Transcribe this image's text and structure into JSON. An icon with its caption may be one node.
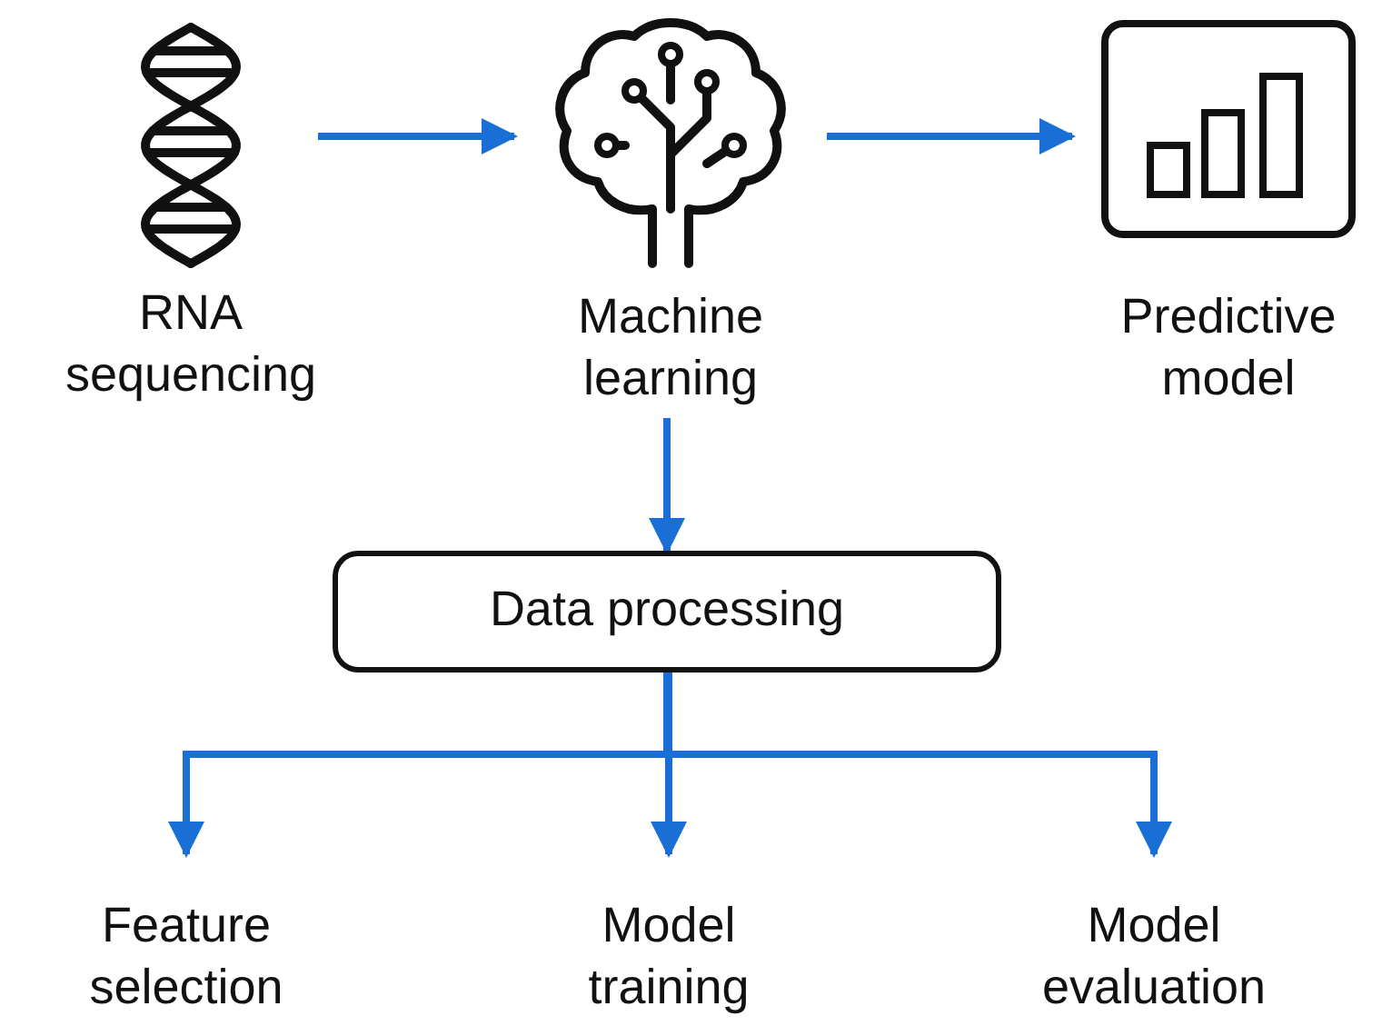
{
  "diagram": {
    "nodes": [
      {
        "text": [
          "RNA sequencing"
        ]
      },
      {
        "text": [
          "Machine learning"
        ]
      },
      {
        "text": [
          "Predictive model"
        ]
      },
      {
        "text": [
          "Data processing"
        ]
      },
      {
        "text": [
          "Feature selection"
        ]
      },
      {
        "text": [
          "Model training"
        ]
      },
      {
        "text": [
          "Model evaluation"
        ]
      }
    ],
    "edges": [
      {
        "from": 0,
        "to": 1,
        "arrow": "to"
      },
      {
        "from": 1,
        "to": 2,
        "arrow": "to"
      },
      {
        "from": 1,
        "to": 3,
        "arrow": "to"
      },
      {
        "from": 3,
        "to": 4,
        "arrow": "to"
      },
      {
        "from": 3,
        "to": 5,
        "arrow": "to"
      },
      {
        "from": 3,
        "to": 6,
        "arrow": "to"
      }
    ]
  }
}
